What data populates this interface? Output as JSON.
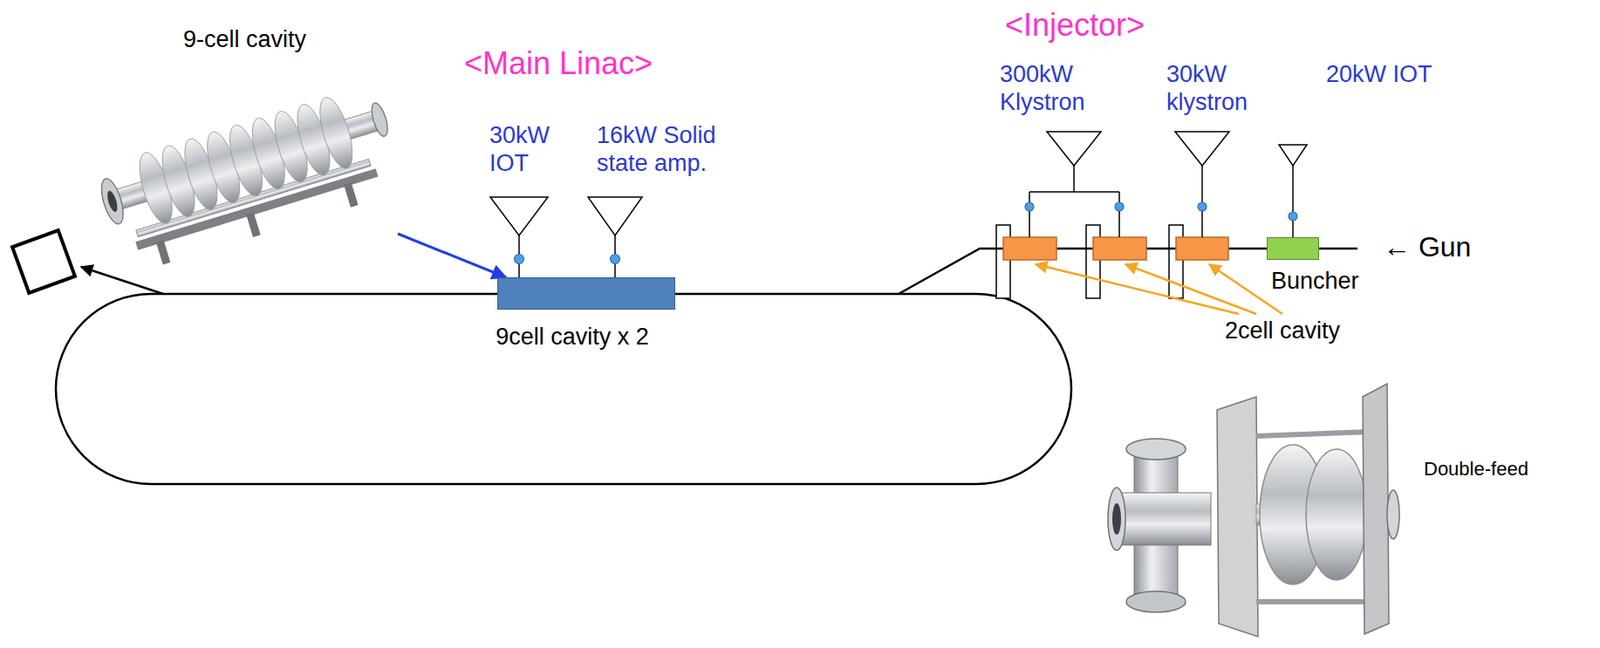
{
  "diagram": {
    "nodes": [
      {
        "text": [
          "9-cell cavity"
        ]
      },
      {
        "text": [
          "30kW IOT"
        ]
      },
      {
        "text": [
          "16kW Solid state amp."
        ]
      },
      {
        "text": [
          "9cell cavity x 2"
        ]
      },
      {
        "text": [
          "300kW Klystron"
        ]
      },
      {
        "text": [
          "30kW klystron"
        ]
      },
      {
        "text": [
          "20kW IOT"
        ]
      },
      {
        "text": [
          "Buncher"
        ]
      },
      {
        "text": [
          "Double-feed"
        ]
      }
    ],
    "edges": [
      {
        "from": 0,
        "to": 3,
        "arrow": "to"
      },
      {
        "from": 1,
        "to": 3,
        "arrow": "none"
      },
      {
        "from": 2,
        "to": 3,
        "arrow": "none"
      },
      {
        "from": 6,
        "to": 7,
        "arrow": "none"
      }
    ],
    "labels": [
      "<Main Linac>",
      "<Injector>",
      "← Gun",
      "2cell cavity"
    ]
  }
}
